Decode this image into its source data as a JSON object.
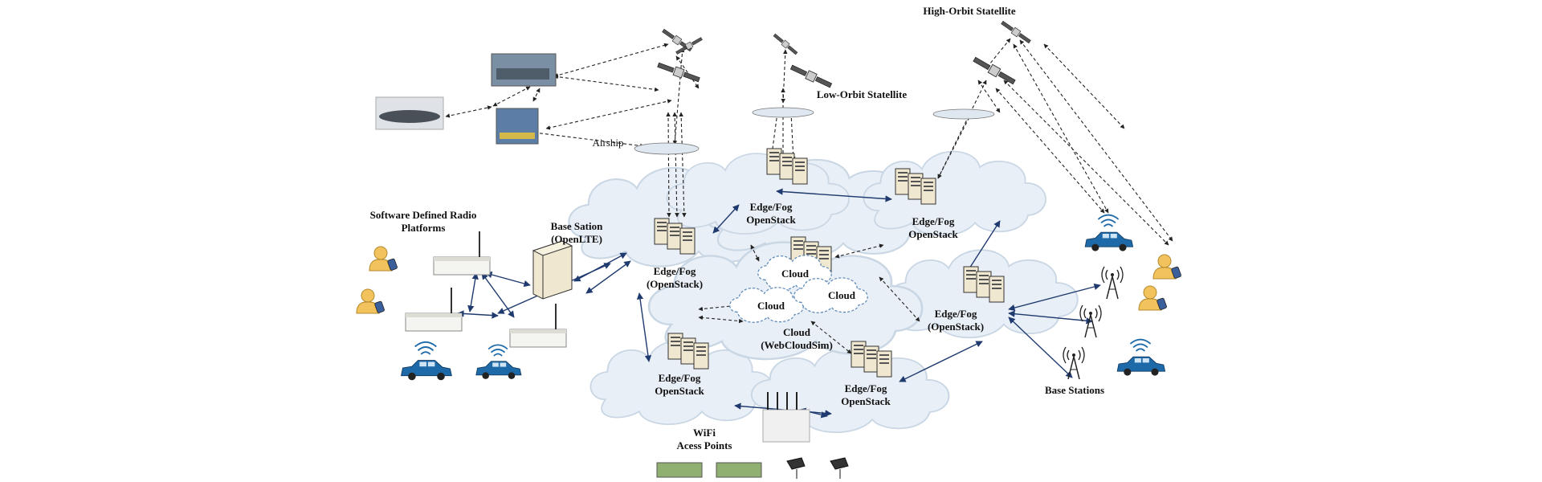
{
  "labels": {
    "high_orbit": "High-Orbit Statellite",
    "low_orbit": "Low-Orbit Statellite",
    "airship": "Airship",
    "sdr_line1": "Software Defined Radio",
    "sdr_line2": "Platforms",
    "base_station_line1": "Base Sation",
    "base_station_line2": "(OpenLTE)",
    "edge_left_line1": "Edge/Fog",
    "edge_left_line2": "(OpenStack)",
    "edge_topmid_line1": "Edge/Fog",
    "edge_topmid_line2": "OpenStack",
    "edge_topright_line1": "Edge/Fog",
    "edge_topright_line2": "OpenStack",
    "edge_right_line1": "Edge/Fog",
    "edge_right_line2": "(OpenStack)",
    "edge_botleft_line1": "Edge/Fog",
    "edge_botleft_line2": "OpenStack",
    "edge_botmid_line1": "Edge/Fog",
    "edge_botmid_line2": "OpenStack",
    "cloud_a": "Cloud",
    "cloud_b": "Cloud",
    "cloud_c": "Cloud",
    "cloud_main_line1": "Cloud",
    "cloud_main_line2": "(WebCloudSim)",
    "wifi_line1": "WiFi",
    "wifi_line2": "Acess Points",
    "base_stations": "Base Stations"
  },
  "colors": {
    "solid_link": "#1f3a6e",
    "dashed_link": "#222222",
    "cloud_fill": "#e9eff6",
    "server": "#e8e0c8",
    "car": "#1e6aa8"
  }
}
